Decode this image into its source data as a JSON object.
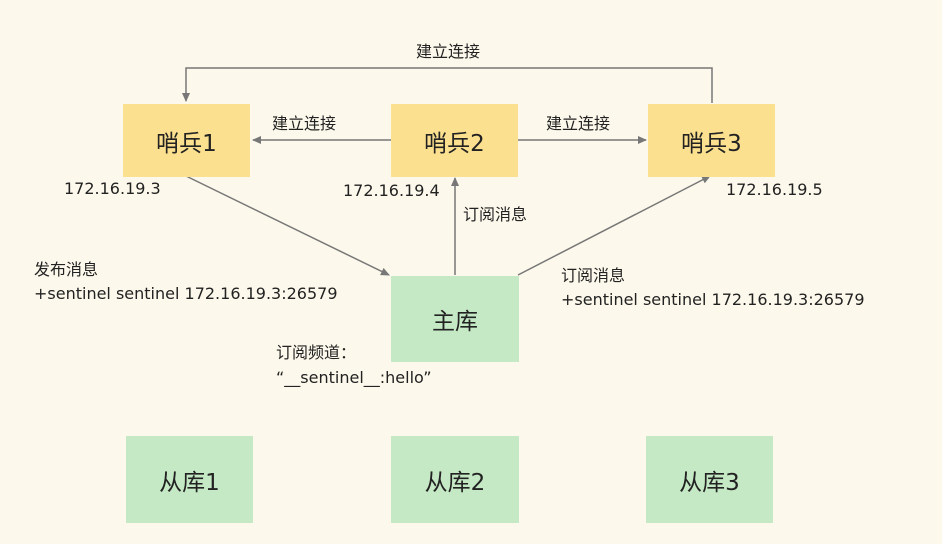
{
  "sentinels": [
    {
      "label": "哨兵1",
      "ip": "172.16.19.3"
    },
    {
      "label": "哨兵2",
      "ip": "172.16.19.4"
    },
    {
      "label": "哨兵3",
      "ip": "172.16.19.5"
    }
  ],
  "master": {
    "label": "主库"
  },
  "replicas": [
    {
      "label": "从库1"
    },
    {
      "label": "从库2"
    },
    {
      "label": "从库3"
    }
  ],
  "edges": {
    "top_connect": "建立连接",
    "left_connect": "建立连接",
    "right_connect": "建立连接",
    "publish": {
      "title": "发布消息",
      "message": "+sentinel sentinel 172.16.19.3:26579"
    },
    "subscribe_center": "订阅消息",
    "subscribe_right": {
      "title": "订阅消息",
      "message": "+sentinel sentinel 172.16.19.3:26579"
    },
    "channel": {
      "title": "订阅频道：",
      "name": "“__sentinel__:hello”"
    }
  },
  "colors": {
    "sentinel": "#fbe08f",
    "node": "#c6e9c5",
    "background": "#fcf8eb",
    "line": "#777777"
  }
}
